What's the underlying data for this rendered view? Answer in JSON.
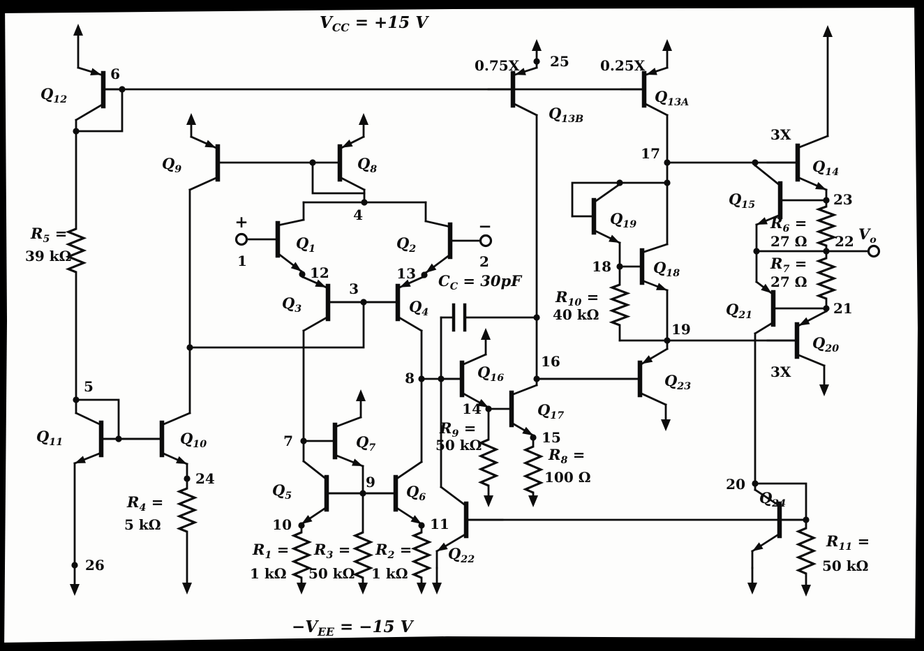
{
  "supply_labels": {
    "vcc": "V~CC~ = +15 V",
    "vee": "−V~EE~ = −15 V"
  },
  "transistor_labels": {
    "q1": "Q~1~",
    "q2": "Q~2~",
    "q3": "Q~3~",
    "q4": "Q~4~",
    "q5": "Q~5~",
    "q6": "Q~6~",
    "q7": "Q~7~",
    "q8": "Q~8~",
    "q9": "Q~9~",
    "q10": "Q~10~",
    "q11": "Q~11~",
    "q12": "Q~12~",
    "q13a": "Q~13A~",
    "q13b": "Q~13B~",
    "q14": "Q~14~",
    "q15": "Q~15~",
    "q16": "Q~16~",
    "q17": "Q~17~",
    "q18": "Q~18~",
    "q19": "Q~19~",
    "q20": "Q~20~",
    "q21": "Q~21~",
    "q22": "Q~22~",
    "q23": "Q~23~",
    "q24": "Q~24~"
  },
  "resistor_labels": {
    "r1_name": "R~1~ =",
    "r1_val": "1 kΩ",
    "r2_name": "R~2~ =",
    "r2_val": "1 kΩ",
    "r3_name": "R~3~ =",
    "r3_val": "50 kΩ",
    "r4_name": "R~4~ =",
    "r4_val": "5 kΩ",
    "r5_name": "R~5~ =",
    "r5_val": "39 kΩ",
    "r6_name": "R~6~ =",
    "r6_val": "27 Ω",
    "r7_name": "R~7~ =",
    "r7_val": "27 Ω",
    "r8_name": "R~8~ =",
    "r8_val": "100 Ω",
    "r9_name": "R~9~ =",
    "r9_val": "50 kΩ",
    "r10_name": "R~10~ =",
    "r10_val": "40 kΩ",
    "r11_name": "R~11~ =",
    "r11_val": "50 kΩ"
  },
  "capacitor_labels": {
    "cc": "C~C~ = 30pF"
  },
  "scale_labels": {
    "x075": "0.75X",
    "x025": "0.25X",
    "x3_q14": "3X",
    "x3_q20": "3X"
  },
  "node_labels": {
    "n1": "1",
    "n2": "2",
    "n3": "3",
    "n4": "4",
    "n5": "5",
    "n6": "6",
    "n7": "7",
    "n8": "8",
    "n9": "9",
    "n10": "10",
    "n11": "11",
    "n12": "12",
    "n13": "13",
    "n14": "14",
    "n15": "15",
    "n16": "16",
    "n17": "17",
    "n18": "18",
    "n19": "19",
    "n20": "20",
    "n21": "21",
    "n22": "22",
    "n23": "23",
    "n24": "24",
    "n25": "25",
    "n26": "26",
    "plus": "+",
    "minus": "−"
  },
  "output_labels": {
    "vo": "V~o~"
  }
}
